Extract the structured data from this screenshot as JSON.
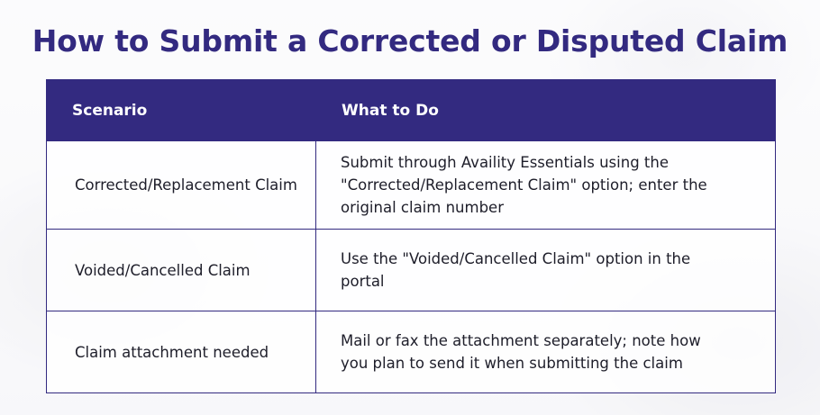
{
  "page": {
    "title": "How to Submit a Corrected or Disputed Claim"
  },
  "table": {
    "headers": [
      "Scenario",
      "What to Do"
    ],
    "rows": [
      {
        "scenario": "Corrected/Replacement Claim",
        "action": "Submit through Availity Essentials using the \"Corrected/Replacement Claim\" option; enter the original claim number"
      },
      {
        "scenario": "Voided/Cancelled Claim",
        "action": "Use the \"Voided/Cancelled Claim\" option in the portal"
      },
      {
        "scenario": "Claim attachment needed",
        "action": "Mail or fax the attachment separately; note how you plan to send it when submitting the claim"
      }
    ]
  },
  "colors": {
    "accent": "#332a80",
    "header_text": "#ffffff",
    "body_text": "#1e1e2a"
  }
}
